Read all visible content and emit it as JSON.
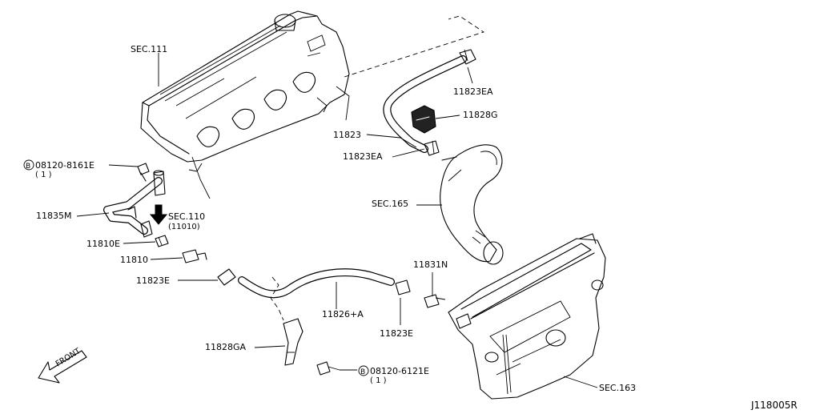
{
  "labels": {
    "sec111": "SEC.111",
    "p11823EA_top": "11823EA",
    "p11828G": "11828G",
    "p11823": "11823",
    "p11823EA_mid": "11823EA",
    "bolt_top_code": "08120-8161E",
    "bolt_top_qty": "( 1 )",
    "sec165": "SEC.165",
    "p11835M": "11835M",
    "sec110": "SEC.110",
    "sec110_sub": "(11010)",
    "p11810E": "11810E",
    "p11810": "11810",
    "p11831N": "11831N",
    "p11823E_left": "11823E",
    "p11826A": "11826+A",
    "p11823E_bottom": "11823E",
    "p11828GA": "11828GA",
    "bolt_bottom_code": "08120-6121E",
    "bolt_bottom_qty": "( 1 )",
    "sec163": "SEC.163",
    "front": "FRONT",
    "figure_code": "J118005R",
    "bolt_symbol": "B"
  },
  "colors": {
    "ink": "#000000",
    "paper": "#ffffff"
  }
}
